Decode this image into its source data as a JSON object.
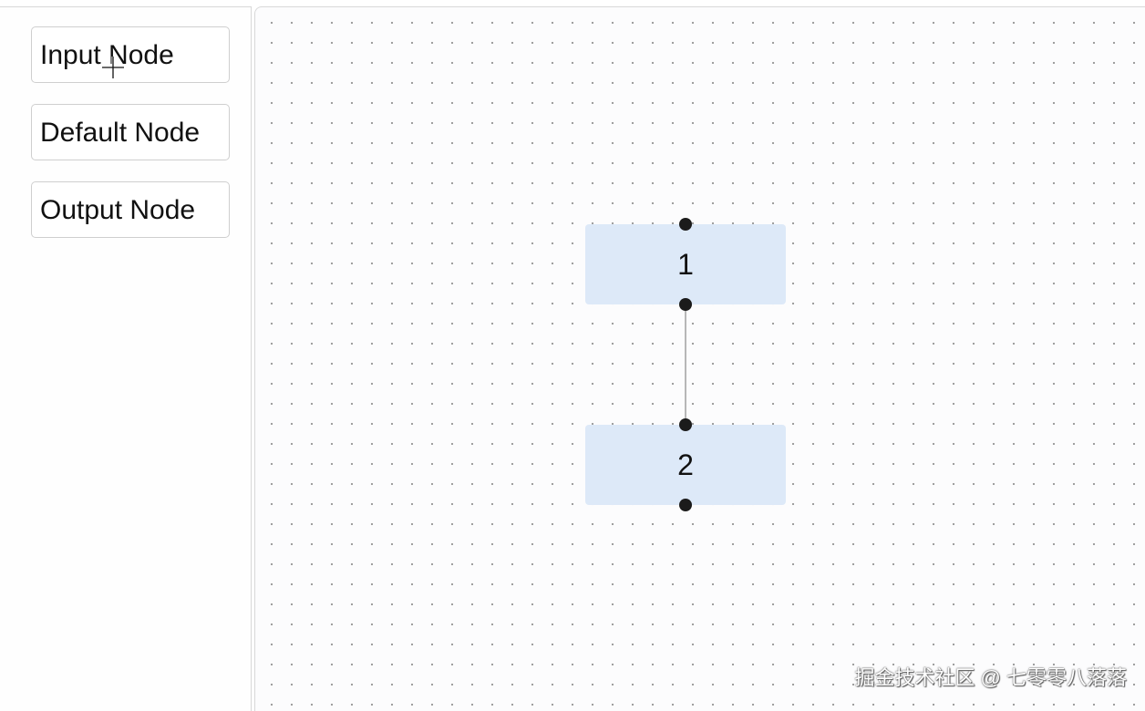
{
  "sidebar": {
    "items": [
      {
        "label": "Input Node"
      },
      {
        "label": "Default Node"
      },
      {
        "label": "Output Node"
      }
    ]
  },
  "canvas": {
    "nodes": [
      {
        "id": "1",
        "label": "1"
      },
      {
        "id": "2",
        "label": "2"
      }
    ],
    "edges": [
      {
        "source": "1",
        "target": "2"
      }
    ]
  },
  "watermark": "掘金技术社区 @ 七零零八落落",
  "colors": {
    "node_fill": "#dde9f8",
    "handle": "#1b1b1b",
    "edge": "#a0a0a0",
    "grid_dot": "#9a9a9a"
  },
  "icons": {
    "cursor": "move-crosshair-icon"
  }
}
